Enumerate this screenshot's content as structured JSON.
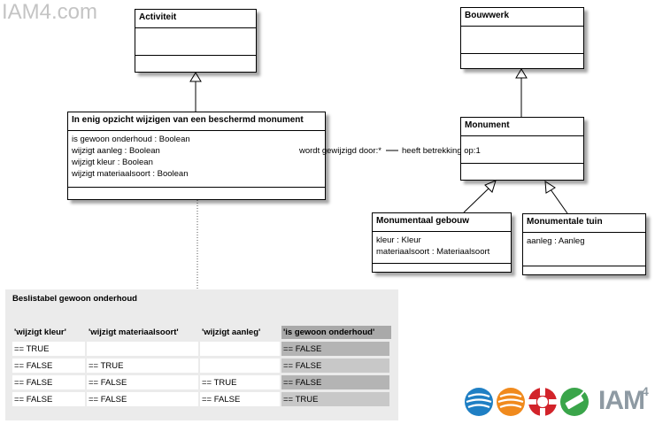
{
  "watermark": "IAM4.com",
  "classes": {
    "activiteit": {
      "name": "Activiteit"
    },
    "bouwwerk": {
      "name": "Bouwwerk"
    },
    "wijzigen": {
      "name": "In enig opzicht wijzigen van een beschermd monument",
      "attributes": [
        "is gewoon onderhoud : Boolean",
        "wijzigt aanleg : Boolean",
        "wijzigt kleur : Boolean",
        "wijzigt materiaalsoort : Boolean"
      ]
    },
    "monument": {
      "name": "Monument"
    },
    "gebouw": {
      "name": "Monumentaal gebouw",
      "attributes": [
        "kleur : Kleur",
        "materiaalsoort : Materiaalsoort"
      ]
    },
    "tuin": {
      "name": "Monumentale tuin",
      "attributes": [
        "aanleg : Aanleg"
      ]
    }
  },
  "association": {
    "left_label": "wordt gewijzigd door:*",
    "right_label": "heeft betrekking op:1"
  },
  "decision_table": {
    "title": "Beslistabel gewoon onderhoud",
    "headers": [
      "'wijzigt kleur'",
      "'wijzigt materiaalsoort'",
      "'wijzigt aanleg'",
      "'is gewoon onderhoud'"
    ],
    "rows": [
      [
        "== TRUE",
        "",
        "",
        "== FALSE"
      ],
      [
        "== FALSE",
        "== TRUE",
        "",
        "== FALSE"
      ],
      [
        "== FALSE",
        "== FALSE",
        "== TRUE",
        "== FALSE"
      ],
      [
        "== FALSE",
        "== FALSE",
        "== FALSE",
        "== TRUE"
      ]
    ]
  },
  "logo": {
    "text": "IAM",
    "superscript": "4"
  },
  "colors": {
    "logo_blue": "#1f7fc4",
    "logo_orange": "#f08a1d",
    "logo_red": "#d2232a",
    "logo_green": "#3aa54a",
    "logo_text": "#8e9aa3"
  }
}
